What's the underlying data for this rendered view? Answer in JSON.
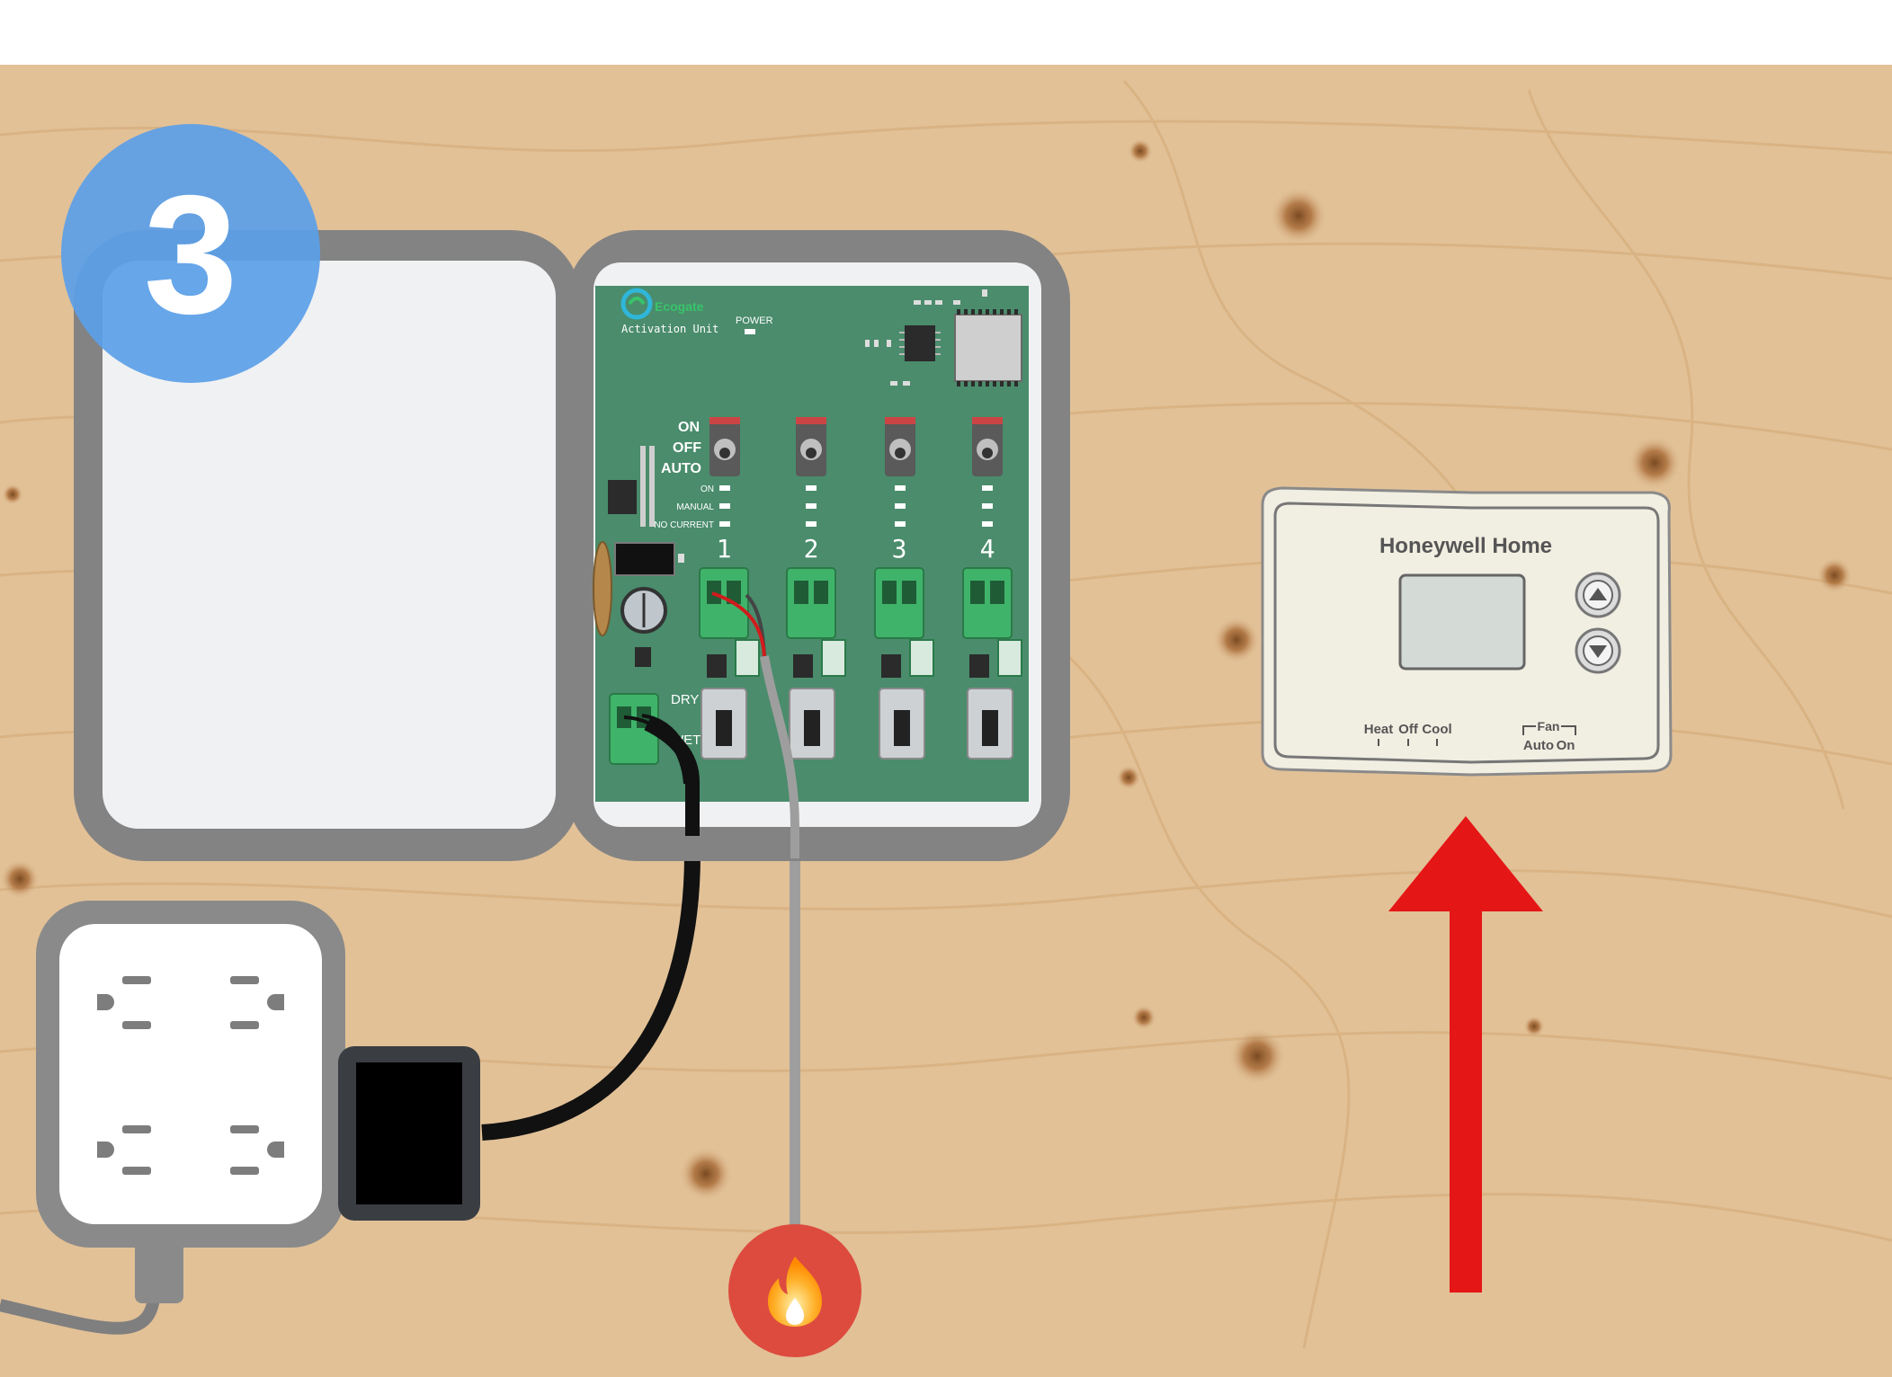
{
  "step": {
    "number": "3"
  },
  "device": {
    "brand": "Ecogate",
    "name": "Activation Unit",
    "power_label": "POWER",
    "switch_modes": [
      "ON",
      "OFF",
      "AUTO"
    ],
    "led_labels": [
      "ON",
      "MANUAL",
      "NO CURRENT"
    ],
    "channels": [
      "1",
      "2",
      "3",
      "4"
    ],
    "dry_label": "DRY",
    "wet_label": "WET"
  },
  "thermostat": {
    "brand": "Honeywell Home",
    "mode_labels": [
      "Heat",
      "Off",
      "Cool"
    ],
    "fan_label": "Fan",
    "fan_options": [
      "Auto",
      "On"
    ],
    "buttons": [
      "up-arrow",
      "down-arrow"
    ]
  },
  "icons": {
    "step_badge_color": "#5b9fe8",
    "flame_badge_color": "#dd4b3e",
    "arrow_color": "#e51616",
    "board_color": "#4a8c6c",
    "wall_color": "#e2c197"
  }
}
